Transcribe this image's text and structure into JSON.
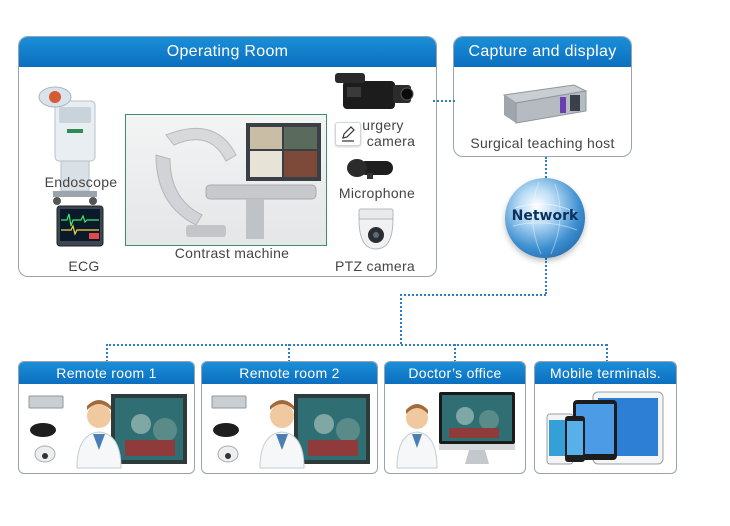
{
  "operating_room": {
    "title": "Operating Room",
    "endoscope": "Endoscope",
    "ecg": "ECG",
    "contrast_machine": "Contrast  machine",
    "surgery_camera_line1": "urgery",
    "surgery_camera_line2": "camera",
    "microphone": "Microphone",
    "ptz_camera": "PTZ camera"
  },
  "capture": {
    "title": "Capture and display",
    "host": "Surgical teaching host"
  },
  "network": {
    "label": "Network"
  },
  "terminals": [
    {
      "title": "Remote room 1"
    },
    {
      "title": "Remote room 2"
    },
    {
      "title": "Doctor’s office"
    },
    {
      "title": "Mobile terminals."
    }
  ],
  "colors": {
    "header": "#0b78c6",
    "connector": "#2a7fc8"
  }
}
